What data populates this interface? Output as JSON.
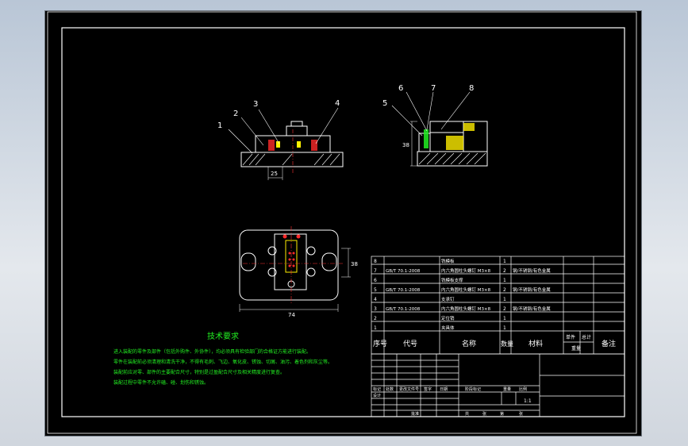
{
  "tech": {
    "title": "技术要求",
    "lines": [
      "进入装配的零件及部件（包括外购件、外协件），均必须具有检验部门的合格证方能进行装配。",
      "零件在装配前必须清理和清洗干净，不得有毛刺、飞边、氧化皮、锈蚀、切屑、油污、着色剂和灰尘等。",
      "装配前应对零、部件的主要配合尺寸，特别是过盈配合尺寸及相关精度进行复查。",
      "装配过程中零件不允许磕、碰、划伤和锈蚀。"
    ]
  },
  "labels": {
    "front": [
      "1",
      "2",
      "3",
      "4"
    ],
    "side": [
      "5",
      "6",
      "7",
      "8"
    ],
    "dim_front": "25",
    "dim_side": "38",
    "dim_plan_h": "74",
    "dim_plan_v": "38"
  },
  "bom": {
    "rows": [
      {
        "no": "8",
        "code": "",
        "name": "铣模板",
        "qty": "1",
        "mat": ""
      },
      {
        "no": "7",
        "code": "GB/T 70.1-2008",
        "name": "内六角圆柱头螺钉 M3×8",
        "qty": "2",
        "mat": "钢/不锈钢/有色金属"
      },
      {
        "no": "6",
        "code": "",
        "name": "铣模板支撑",
        "qty": "1",
        "mat": ""
      },
      {
        "no": "5",
        "code": "GB/T 70.1-2008",
        "name": "内六角圆柱头螺钉 M3×8",
        "qty": "2",
        "mat": "钢/不锈钢/有色金属"
      },
      {
        "no": "4",
        "code": "",
        "name": "支承钉",
        "qty": "1",
        "mat": ""
      },
      {
        "no": "3",
        "code": "GB/T 70.1-2008",
        "name": "内六角圆柱头螺钉 M3×8",
        "qty": "2",
        "mat": "钢/不锈钢/有色金属"
      },
      {
        "no": "2",
        "code": "",
        "name": "定位销",
        "qty": "1",
        "mat": ""
      },
      {
        "no": "1",
        "code": "",
        "name": "夹具体",
        "qty": "1",
        "mat": ""
      }
    ],
    "header": {
      "no": "序号",
      "code": "代号",
      "name": "名称",
      "qty": "数量",
      "mat": "材料",
      "unit": "单件",
      "total": "总计",
      "weight": "重量",
      "note": "备注"
    }
  },
  "titleblock": {
    "c1": "标记",
    "c2": "处数",
    "c3": "更改文件号",
    "c4": "签字",
    "c5": "日期",
    "design": "设计",
    "stage": "阶段标记",
    "weight": "重量",
    "ratio": "比例",
    "ratio_val": "1:1",
    "approve": "批准",
    "sheet": "共",
    "sheet2": "张",
    "sheet3": "第",
    "sheet4": "张"
  }
}
